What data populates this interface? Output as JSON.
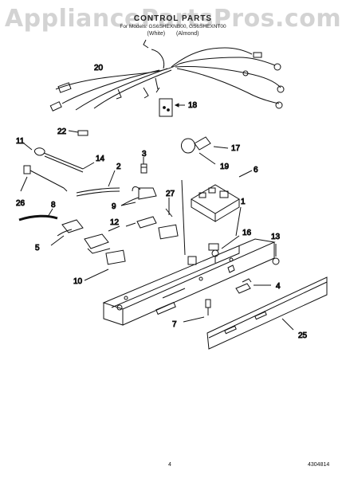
{
  "watermark": "AppliancePartsPros.com",
  "header": {
    "title": "CONTROL PARTS",
    "subtitle": "For Models: GS6SHEXNB00, GS6SHEXNT00",
    "colors": [
      "(White)",
      "(Almond)"
    ]
  },
  "callouts": [
    {
      "id": "20",
      "label": "20"
    },
    {
      "id": "18",
      "label": "18"
    },
    {
      "id": "22",
      "label": "22"
    },
    {
      "id": "11",
      "label": "11"
    },
    {
      "id": "14",
      "label": "14"
    },
    {
      "id": "3",
      "label": "3"
    },
    {
      "id": "17",
      "label": "17"
    },
    {
      "id": "19",
      "label": "19"
    },
    {
      "id": "6",
      "label": "6"
    },
    {
      "id": "2",
      "label": "2"
    },
    {
      "id": "27",
      "label": "27"
    },
    {
      "id": "1",
      "label": "1"
    },
    {
      "id": "26",
      "label": "26"
    },
    {
      "id": "9",
      "label": "9"
    },
    {
      "id": "8",
      "label": "8"
    },
    {
      "id": "12",
      "label": "12"
    },
    {
      "id": "16",
      "label": "16"
    },
    {
      "id": "13",
      "label": "13"
    },
    {
      "id": "5",
      "label": "5"
    },
    {
      "id": "10",
      "label": "10"
    },
    {
      "id": "4",
      "label": "4"
    },
    {
      "id": "7",
      "label": "7"
    },
    {
      "id": "25",
      "label": "25"
    }
  ],
  "footer": {
    "page_number": "4",
    "part_number": "4304814"
  }
}
